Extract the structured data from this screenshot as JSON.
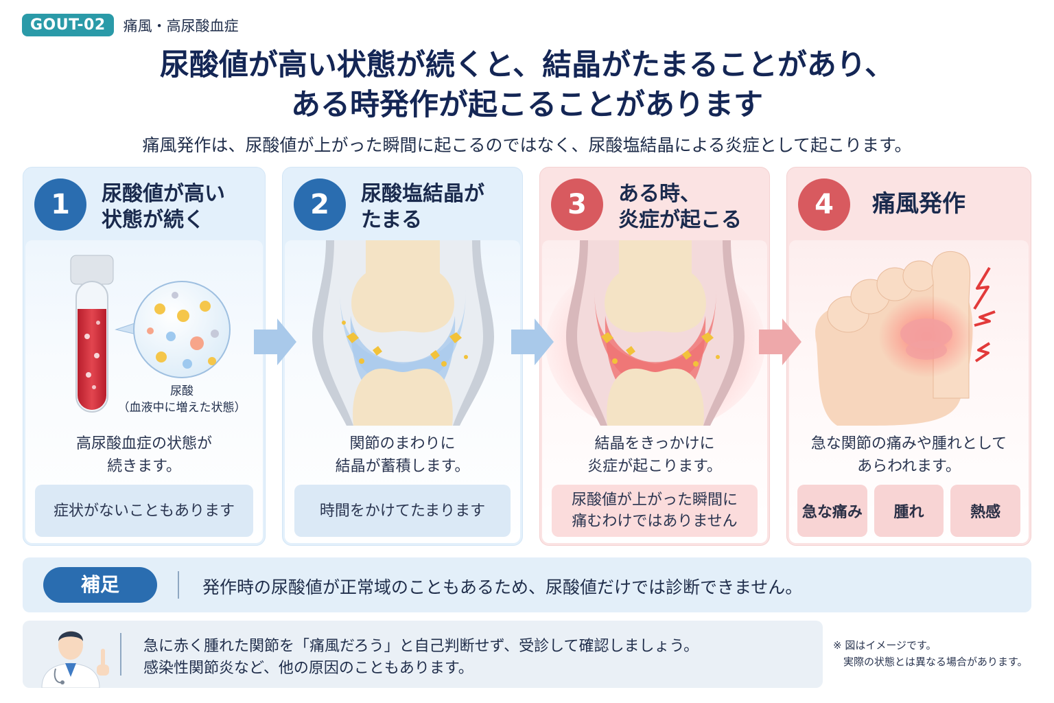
{
  "header": {
    "tag": "GOUT-02",
    "category": "痛風・高尿酸血症",
    "title_line1": "尿酸値が高い状態が続くと、結晶がたまることがあり、",
    "title_line2": "ある時発作が起こることがあります",
    "subtitle": "痛風発作は、尿酸値が上がった瞬間に起こるのではなく、尿酸塩結晶による炎症として起こります。"
  },
  "steps": [
    {
      "num": "1",
      "title": "尿酸値が高い\n状態が続く",
      "image_label": "尿酸\n（血液中に増えた状態）",
      "desc": "高尿酸血症の状態が\n続きます。",
      "note": "症状がないこともあります"
    },
    {
      "num": "2",
      "title": "尿酸塩結晶が\nたまる",
      "desc": "関節のまわりに\n結晶が蓄積します。",
      "note": "時間をかけてたまります"
    },
    {
      "num": "3",
      "title": "ある時、\n炎症が起こる",
      "desc": "結晶をきっかけに\n炎症が起こります。",
      "note": "尿酸値が上がった瞬間に\n痛むわけではありません"
    },
    {
      "num": "4",
      "title": "痛風発作",
      "desc": "急な関節の痛みや腫れとして\nあらわれます。",
      "chips": [
        "急な痛み",
        "腫れ",
        "熱感"
      ]
    }
  ],
  "supplement": {
    "badge": "補足",
    "text": "発作時の尿酸値が正常域のこともあるため、尿酸値だけでは診断できません。"
  },
  "doctor_note": {
    "text": "急に赤く腫れた関節を「痛風だろう」と自己判断せず、受診して確認しましょう。\n感染性関節炎など、他の原因のこともあります。"
  },
  "footnote": "※ 図はイメージです。\n　実際の状態とは異なる場合があります。",
  "colors": {
    "teal_tag": "#2a9aa8",
    "blue_accent": "#2a6db0",
    "red_accent": "#d85a5f",
    "title_navy": "#142655"
  }
}
